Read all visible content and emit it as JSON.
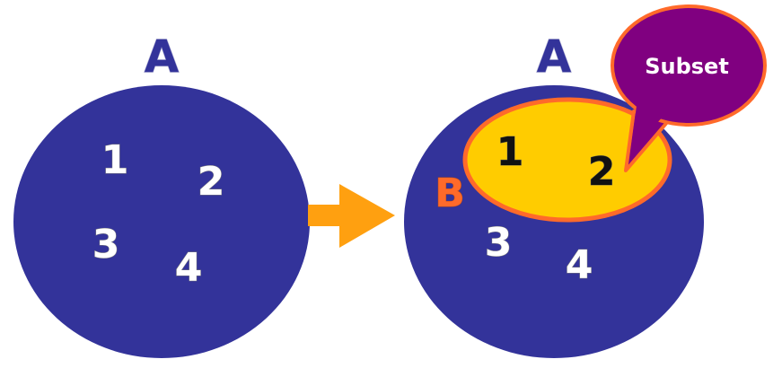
{
  "left_set": {
    "label": "A",
    "elements": [
      "1",
      "2",
      "3",
      "4"
    ]
  },
  "right_set": {
    "label": "A",
    "subset_label": "B",
    "subset_elements": [
      "1",
      "2"
    ],
    "other_elements": [
      "3",
      "4"
    ]
  },
  "callout": {
    "text": "Subset"
  },
  "colors": {
    "set_fill": "#33339a",
    "subset_fill": "#ffcc00",
    "subset_border": "#ff6a2a",
    "arrow": "#ffa010",
    "callout_fill": "#800080",
    "callout_border": "#ff6a2a",
    "b_label": "#ff6a2a"
  },
  "icons": {
    "transition": "arrow-right-icon",
    "callout": "speech-bubble-icon"
  }
}
